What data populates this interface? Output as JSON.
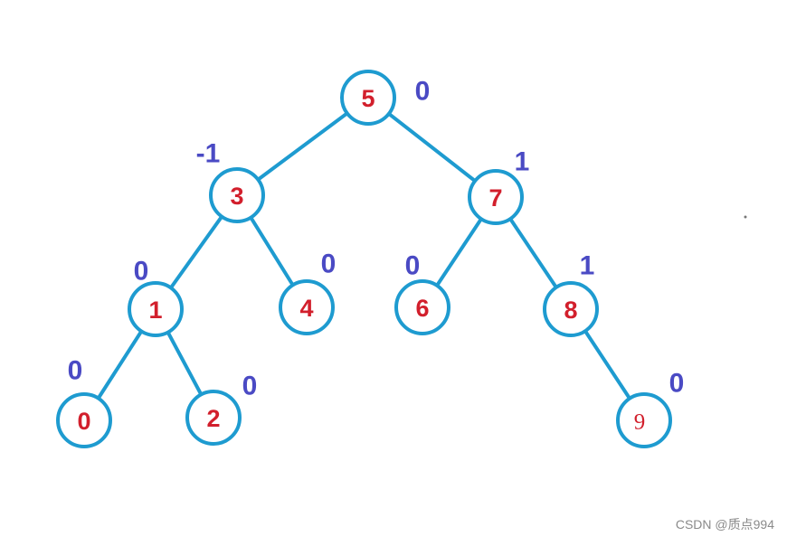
{
  "tree": {
    "nodes": [
      {
        "id": "n5",
        "label": "5",
        "balance_factor": "0"
      },
      {
        "id": "n3",
        "label": "3",
        "balance_factor": "-1"
      },
      {
        "id": "n7",
        "label": "7",
        "balance_factor": "1"
      },
      {
        "id": "n1",
        "label": "1",
        "balance_factor": "0"
      },
      {
        "id": "n4",
        "label": "4",
        "balance_factor": "0"
      },
      {
        "id": "n6",
        "label": "6",
        "balance_factor": "0"
      },
      {
        "id": "n8",
        "label": "8",
        "balance_factor": "1"
      },
      {
        "id": "n0",
        "label": "0",
        "balance_factor": "0"
      },
      {
        "id": "n2",
        "label": "2",
        "balance_factor": "0"
      },
      {
        "id": "n9",
        "label": "9",
        "balance_factor": "0"
      }
    ],
    "edges": [
      {
        "from": "n5",
        "to": "n3"
      },
      {
        "from": "n5",
        "to": "n7"
      },
      {
        "from": "n3",
        "to": "n1"
      },
      {
        "from": "n3",
        "to": "n4"
      },
      {
        "from": "n7",
        "to": "n6"
      },
      {
        "from": "n7",
        "to": "n8"
      },
      {
        "from": "n1",
        "to": "n0"
      },
      {
        "from": "n1",
        "to": "n2"
      },
      {
        "from": "n8",
        "to": "n9"
      }
    ],
    "colors": {
      "edge": "#1e9bd0",
      "node_text": "#d21f2c",
      "balance_text": "#4a4ac4"
    }
  },
  "watermark": "CSDN @质点994"
}
